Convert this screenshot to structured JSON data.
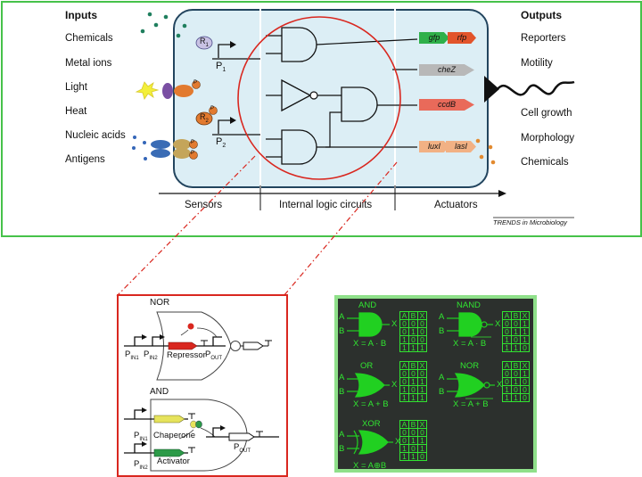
{
  "top": {
    "inputs_header": "Inputs",
    "outputs_header": "Outputs",
    "inputs": [
      "Chemicals",
      "Metal ions",
      "Light",
      "Heat",
      "Nucleic acids",
      "Antigens"
    ],
    "outputs": [
      "Reporters",
      "Motility",
      "Cell growth",
      "Morphology",
      "Chemicals"
    ],
    "r1": "R",
    "r1_sub": "1",
    "r2": "R",
    "r2_sub": "2",
    "p1": "P",
    "p1_sub": "1",
    "p2": "P",
    "p2_sub": "2",
    "phospho": "P",
    "genes": [
      "gfp",
      "rfp",
      "cheZ",
      "ccdB",
      "luxI",
      "lasI"
    ],
    "stages": [
      "Sensors",
      "Internal logic circuits",
      "Actuators"
    ],
    "credit": "TRENDS in Microbiology"
  },
  "nor_and": {
    "nor_label": "NOR",
    "and_label": "AND",
    "nor_pin1": "P",
    "nor_pin1_sub": "IN1",
    "nor_pin2": "P",
    "nor_pin2_sub": "IN2",
    "repressor": "Repressor",
    "nor_pout": "P",
    "nor_pout_sub": "OUT",
    "and_pin1": "P",
    "and_pin1_sub": "IN1",
    "chaperone": "Chaperone",
    "and_pin2": "P",
    "and_pin2_sub": "IN2",
    "activator": "Activator",
    "and_pout": "P",
    "and_pout_sub": "OUT"
  },
  "logic_gates": [
    {
      "name": "AND",
      "expr": "X = A · B",
      "rows": [
        [
          "A",
          "B",
          "X"
        ],
        [
          "0",
          "0",
          "0"
        ],
        [
          "0",
          "1",
          "0"
        ],
        [
          "1",
          "0",
          "0"
        ],
        [
          "1",
          "1",
          "1"
        ]
      ]
    },
    {
      "name": "NAND",
      "expr": "X = A · B",
      "rows": [
        [
          "A",
          "B",
          "X"
        ],
        [
          "0",
          "0",
          "1"
        ],
        [
          "0",
          "1",
          "1"
        ],
        [
          "1",
          "0",
          "1"
        ],
        [
          "1",
          "1",
          "0"
        ]
      ]
    },
    {
      "name": "OR",
      "expr": "X = A + B",
      "rows": [
        [
          "A",
          "B",
          "X"
        ],
        [
          "0",
          "0",
          "0"
        ],
        [
          "0",
          "1",
          "1"
        ],
        [
          "1",
          "0",
          "1"
        ],
        [
          "1",
          "1",
          "1"
        ]
      ]
    },
    {
      "name": "NOR",
      "expr": "X = A + B",
      "rows": [
        [
          "A",
          "B",
          "X"
        ],
        [
          "0",
          "0",
          "1"
        ],
        [
          "0",
          "1",
          "0"
        ],
        [
          "1",
          "0",
          "0"
        ],
        [
          "1",
          "1",
          "0"
        ]
      ]
    },
    {
      "name": "XOR",
      "expr": "X = A⊕B",
      "rows": [
        [
          "A",
          "B",
          "X"
        ],
        [
          "0",
          "0",
          "0"
        ],
        [
          "0",
          "1",
          "1"
        ],
        [
          "1",
          "0",
          "1"
        ],
        [
          "1",
          "1",
          "0"
        ]
      ]
    }
  ],
  "pin_labels": {
    "a": "A",
    "b": "B",
    "x": "X"
  },
  "colors": {
    "panel_green": "#46c24a",
    "cell_fill": "#dceef5",
    "circle_red": "#d9271f",
    "gate_green": "#21d021",
    "logic_bg": "#2c302d"
  }
}
